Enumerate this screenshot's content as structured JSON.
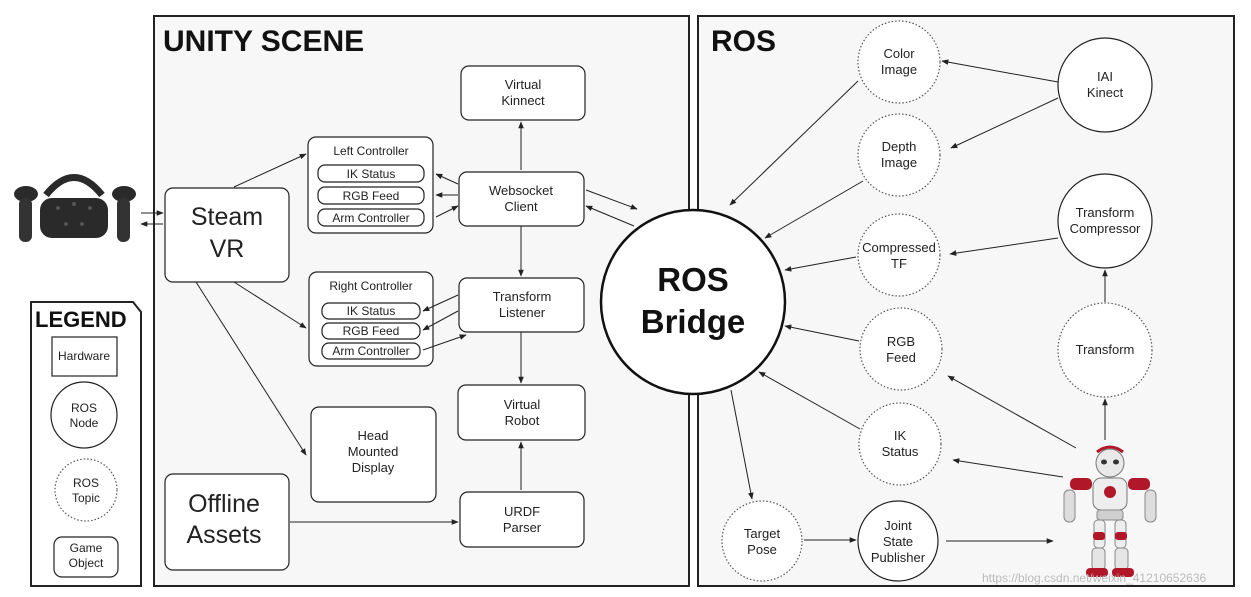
{
  "panels": {
    "unity_title": "UNITY SCENE",
    "ros_title": "ROS"
  },
  "unity": {
    "steam_vr": [
      "Steam",
      "VR"
    ],
    "offline_assets": [
      "Offline",
      "Assets"
    ],
    "virtual_kinnect": [
      "Virtual",
      "Kinnect"
    ],
    "websocket_client": [
      "Websocket",
      "Client"
    ],
    "transform_listener": [
      "Transform",
      "Listener"
    ],
    "virtual_robot": [
      "Virtual",
      "Robot"
    ],
    "urdf_parser": [
      "URDF",
      "Parser"
    ],
    "head_mounted_display": [
      "Head",
      "Mounted",
      "Display"
    ],
    "left_controller": {
      "title": "Left Controller",
      "items": [
        "IK Status",
        "RGB Feed",
        "Arm Controller"
      ]
    },
    "right_controller": {
      "title": "Right Controller",
      "items": [
        "IK Status",
        "RGB Feed",
        "Arm Controller"
      ]
    }
  },
  "ros": {
    "bridge": [
      "ROS",
      "Bridge"
    ],
    "color_image": [
      "Color",
      "Image"
    ],
    "depth_image": [
      "Depth",
      "Image"
    ],
    "compressed_tf": [
      "Compressed",
      "TF"
    ],
    "rgb_feed": [
      "RGB",
      "Feed"
    ],
    "ik_status": [
      "IK",
      "Status"
    ],
    "target_pose": [
      "Target",
      "Pose"
    ],
    "iai_kinect": [
      "IAI",
      "Kinect"
    ],
    "transform_compressor": [
      "Transform",
      "Compressor"
    ],
    "transform": [
      "Transform"
    ],
    "joint_state_publisher": [
      "Joint",
      "State",
      "Publisher"
    ]
  },
  "legend": {
    "title": "LEGEND",
    "hardware": "Hardware",
    "ros_node": [
      "ROS",
      "Node"
    ],
    "ros_topic": [
      "ROS",
      "Topic"
    ],
    "game_object": [
      "Game",
      "Object"
    ]
  },
  "watermark": "https://blog.csdn.net/weixin_41210652636",
  "colors": {
    "line": "#222222",
    "panel_fill": "#f7f7f7",
    "robot_accent": "#b0182a",
    "headset": "#2a2a2a"
  }
}
